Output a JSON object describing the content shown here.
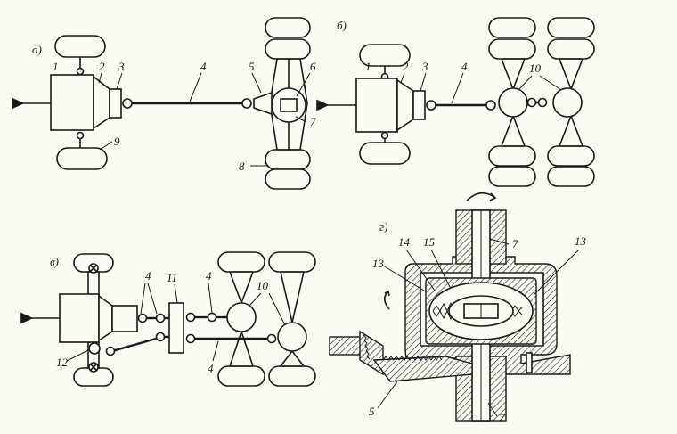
{
  "panels": {
    "a": {
      "letter": "а)",
      "labels": [
        "1",
        "2",
        "3",
        "4",
        "5",
        "6",
        "7",
        "8",
        "9"
      ]
    },
    "b": {
      "letter": "б)",
      "labels": [
        "1",
        "2",
        "3",
        "4",
        "10"
      ]
    },
    "c": {
      "letter": "в)",
      "labels": [
        "4",
        "11",
        "4",
        "10",
        "12",
        "4"
      ]
    },
    "d": {
      "letter": "г)",
      "labels": [
        "14",
        "15",
        "7",
        "13",
        "13",
        "5",
        "7"
      ]
    }
  },
  "icons": [
    "arrow-left-icon",
    "rotation-arrow-icon",
    "cross-joint-icon"
  ]
}
